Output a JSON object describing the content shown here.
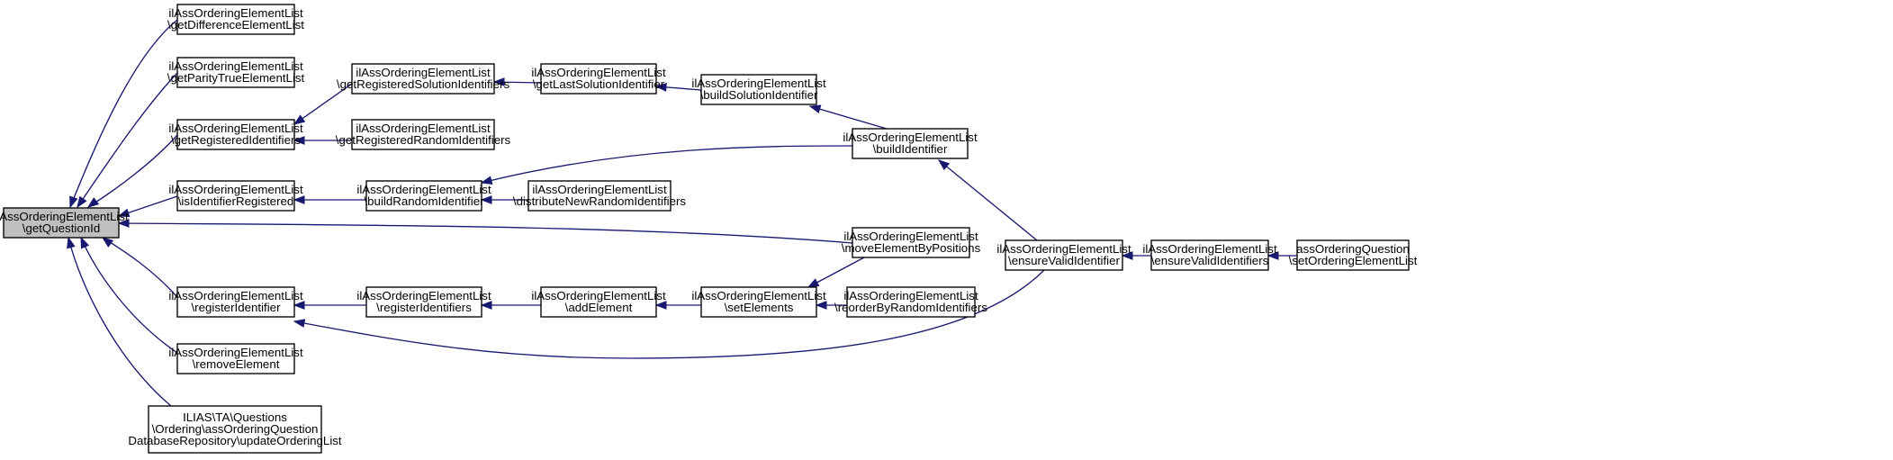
{
  "graph": {
    "nodes": [
      {
        "id": "getQuestionId",
        "lines": [
          "ilAssOrderingElementList",
          "\\getQuestionId"
        ]
      },
      {
        "id": "getDifferenceElementList",
        "lines": [
          "ilAssOrderingElementList",
          "\\getDifferenceElementList"
        ]
      },
      {
        "id": "getParityTrueElementList",
        "lines": [
          "ilAssOrderingElementList",
          "\\getParityTrueElementList"
        ]
      },
      {
        "id": "getRegisteredIdentifiers",
        "lines": [
          "ilAssOrderingElementList",
          "\\getRegisteredIdentifiers"
        ]
      },
      {
        "id": "isIdentifierRegistered",
        "lines": [
          "ilAssOrderingElementList",
          "\\isIdentifierRegistered"
        ]
      },
      {
        "id": "registerIdentifier",
        "lines": [
          "ilAssOrderingElementList",
          "\\registerIdentifier"
        ]
      },
      {
        "id": "removeElement",
        "lines": [
          "ilAssOrderingElementList",
          "\\removeElement"
        ]
      },
      {
        "id": "updateOrderingList",
        "lines": [
          "ILIAS\\TA\\Questions",
          "\\Ordering\\assOrderingQuestion",
          "DatabaseRepository\\updateOrderingList"
        ]
      },
      {
        "id": "getRegisteredSolutionIdentifiers",
        "lines": [
          "ilAssOrderingElementList",
          "\\getRegisteredSolutionIdentifiers"
        ]
      },
      {
        "id": "getRegisteredRandomIdentifiers",
        "lines": [
          "ilAssOrderingElementList",
          "\\getRegisteredRandomIdentifiers"
        ]
      },
      {
        "id": "buildRandomIdentifier",
        "lines": [
          "ilAssOrderingElementList",
          "\\buildRandomIdentifier"
        ]
      },
      {
        "id": "registerIdentifiers",
        "lines": [
          "ilAssOrderingElementList",
          "\\registerIdentifiers"
        ]
      },
      {
        "id": "getLastSolutionIdentifier",
        "lines": [
          "ilAssOrderingElementList",
          "\\getLastSolutionIdentifier"
        ]
      },
      {
        "id": "distributeNewRandomIdentifiers",
        "lines": [
          "ilAssOrderingElementList",
          "\\distributeNewRandomIdentifiers"
        ]
      },
      {
        "id": "addElement",
        "lines": [
          "ilAssOrderingElementList",
          "\\addElement"
        ]
      },
      {
        "id": "buildSolutionIdentifier",
        "lines": [
          "ilAssOrderingElementList",
          "\\buildSolutionIdentifier"
        ]
      },
      {
        "id": "setElements",
        "lines": [
          "ilAssOrderingElementList",
          "\\setElements"
        ]
      },
      {
        "id": "buildIdentifier",
        "lines": [
          "ilAssOrderingElementList",
          "\\buildIdentifier"
        ]
      },
      {
        "id": "moveElementByPositions",
        "lines": [
          "ilAssOrderingElementList",
          "\\moveElementByPositions"
        ]
      },
      {
        "id": "reorderByRandomIdentifiers",
        "lines": [
          "ilAssOrderingElementList",
          "\\reorderByRandomIdentifiers"
        ]
      },
      {
        "id": "ensureValidIdentifier",
        "lines": [
          "ilAssOrderingElementList",
          "\\ensureValidIdentifier"
        ]
      },
      {
        "id": "ensureValidIdentifiers",
        "lines": [
          "ilAssOrderingElementList",
          "\\ensureValidIdentifiers"
        ]
      },
      {
        "id": "setOrderingElementList",
        "lines": [
          "assOrderingQuestion",
          "\\setOrderingElementList"
        ]
      }
    ],
    "edges": [
      {
        "from": "getDifferenceElementList",
        "to": "getQuestionId"
      },
      {
        "from": "getParityTrueElementList",
        "to": "getQuestionId"
      },
      {
        "from": "getRegisteredIdentifiers",
        "to": "getQuestionId"
      },
      {
        "from": "isIdentifierRegistered",
        "to": "getQuestionId"
      },
      {
        "from": "moveElementByPositions",
        "to": "getQuestionId"
      },
      {
        "from": "registerIdentifier",
        "to": "getQuestionId"
      },
      {
        "from": "removeElement",
        "to": "getQuestionId"
      },
      {
        "from": "updateOrderingList",
        "to": "getQuestionId"
      },
      {
        "from": "getRegisteredSolutionIdentifiers",
        "to": "getRegisteredIdentifiers"
      },
      {
        "from": "getRegisteredRandomIdentifiers",
        "to": "getRegisteredIdentifiers"
      },
      {
        "from": "buildRandomIdentifier",
        "to": "isIdentifierRegistered"
      },
      {
        "from": "registerIdentifiers",
        "to": "registerIdentifier"
      },
      {
        "from": "ensureValidIdentifier",
        "to": "registerIdentifier"
      },
      {
        "from": "getLastSolutionIdentifier",
        "to": "getRegisteredSolutionIdentifiers"
      },
      {
        "from": "buildIdentifier",
        "to": "buildRandomIdentifier"
      },
      {
        "from": "distributeNewRandomIdentifiers",
        "to": "buildRandomIdentifier"
      },
      {
        "from": "addElement",
        "to": "registerIdentifiers"
      },
      {
        "from": "buildSolutionIdentifier",
        "to": "getLastSolutionIdentifier"
      },
      {
        "from": "setElements",
        "to": "addElement"
      },
      {
        "from": "buildIdentifier",
        "to": "buildSolutionIdentifier"
      },
      {
        "from": "moveElementByPositions",
        "to": "setElements"
      },
      {
        "from": "reorderByRandomIdentifiers",
        "to": "setElements"
      },
      {
        "from": "ensureValidIdentifier",
        "to": "buildIdentifier"
      },
      {
        "from": "ensureValidIdentifiers",
        "to": "ensureValidIdentifier"
      },
      {
        "from": "setOrderingElementList",
        "to": "ensureValidIdentifiers"
      }
    ]
  }
}
